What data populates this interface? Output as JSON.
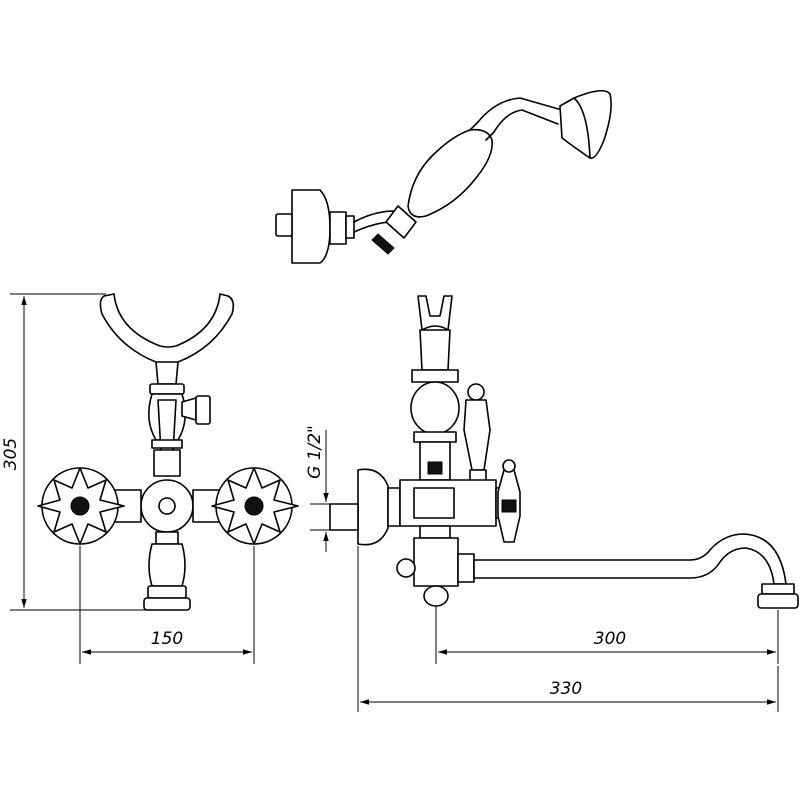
{
  "dimensions": {
    "height_front": "305",
    "width_centers": "150",
    "thread": "G 1/2\"",
    "spout_reach": "300",
    "overall_length": "330"
  }
}
